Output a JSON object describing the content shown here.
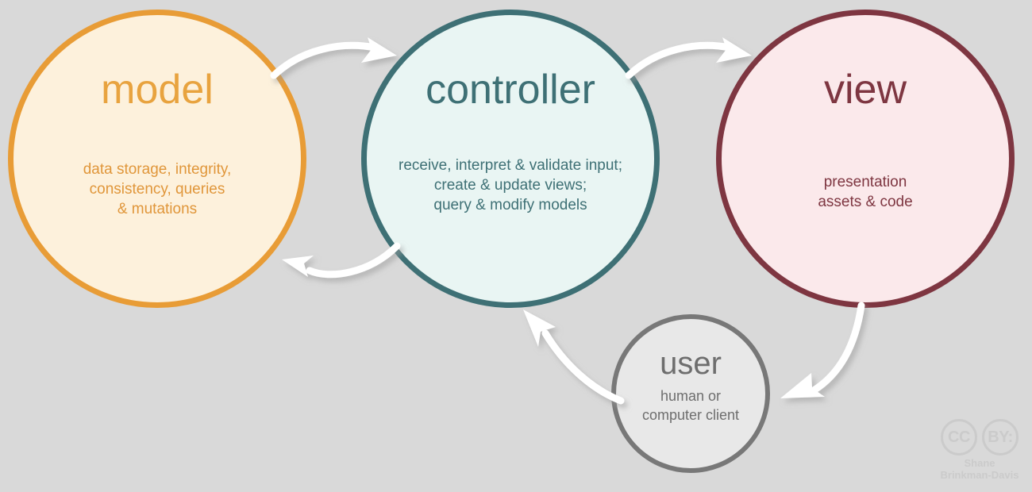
{
  "diagram": {
    "background_color": "#d9d9d9",
    "nodes": [
      {
        "id": "model",
        "title": "model",
        "description": "data storage, integrity,\nconsistency, queries\n& mutations",
        "border_color": "#e89c36",
        "fill_color": "#fdf1dc",
        "text_color": "#e0963a"
      },
      {
        "id": "controller",
        "title": "controller",
        "description": "receive, interpret & validate input;\ncreate & update views;\nquery & modify models",
        "border_color": "#3e7075",
        "fill_color": "#e9f5f3",
        "text_color": "#3e7075"
      },
      {
        "id": "view",
        "title": "view",
        "description": "presentation\nassets & code",
        "border_color": "#7e3641",
        "fill_color": "#fbe9eb",
        "text_color": "#7e3641"
      },
      {
        "id": "user",
        "title": "user",
        "description": "human or\ncomputer client",
        "border_color": "#787878",
        "fill_color": "#e8e8e8",
        "text_color": "#6e6e6e"
      }
    ],
    "arrows": [
      {
        "id": "model-to-controller",
        "from": "model",
        "to": "controller",
        "label": ""
      },
      {
        "id": "controller-to-model",
        "from": "controller",
        "to": "model",
        "label": ""
      },
      {
        "id": "controller-to-view",
        "from": "controller",
        "to": "view",
        "label": ""
      },
      {
        "id": "view-to-user",
        "from": "view",
        "to": "user",
        "label": ""
      },
      {
        "id": "user-to-controller",
        "from": "user",
        "to": "controller",
        "label": ""
      }
    ],
    "arrow_color": "#ffffff"
  },
  "license": {
    "mark_cc": "CC",
    "mark_by": "BY:",
    "attribution": "Shane\nBrinkman-Davis",
    "color": "#cbcbcb"
  }
}
